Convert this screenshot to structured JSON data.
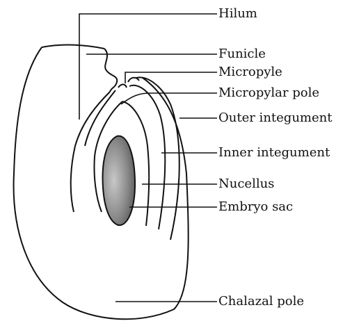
{
  "diagram": {
    "labels": {
      "hilum": "Hilum",
      "funicle": "Funicle",
      "micropyle": "Micropyle",
      "micropylar_pole": "Micropylar pole",
      "outer_integument": "Outer integument",
      "inner_integument": "Inner integument",
      "nucellus": "Nucellus",
      "embryo_sac": "Embryo sac",
      "chalazal_pole": "Chalazal pole"
    },
    "colors": {
      "line": "#111111",
      "embryo_sac_fill": "#8a8a8a",
      "background": "#ffffff"
    }
  }
}
